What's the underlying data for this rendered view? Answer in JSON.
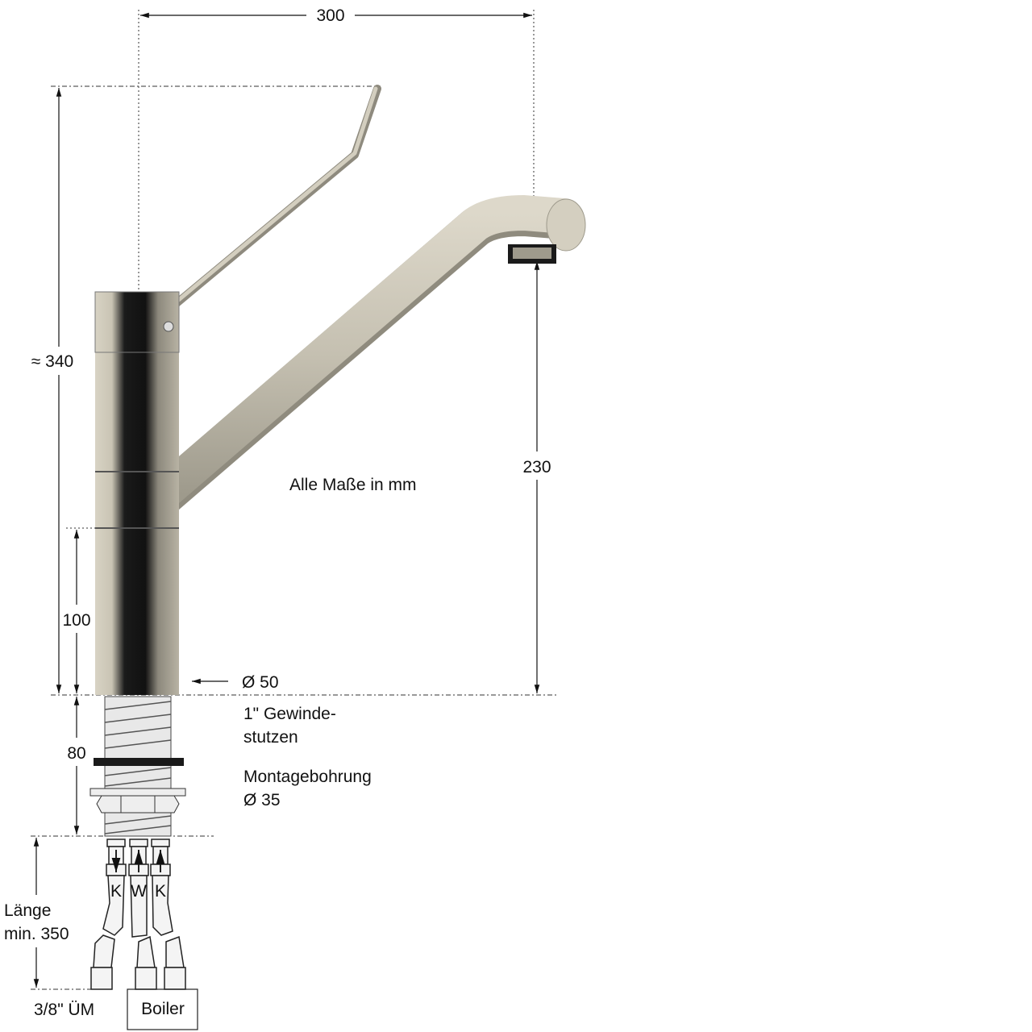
{
  "dimensions": {
    "width": "300",
    "height_total": "≈ 340",
    "lower_body": "100",
    "spout_height": "230",
    "thread_length": "80",
    "hose_length_line1": "Länge",
    "hose_length_line2": "min. 350"
  },
  "notes": {
    "units": "Alle Maße in mm",
    "diameter": "Ø 50",
    "thread_line1": "1\" Gewinde-",
    "thread_line2": "stutzen",
    "mounting_line1": "Montagebohrung",
    "mounting_line2": "Ø 35",
    "connection": "3/8\" ÜM",
    "boiler": "Boiler"
  },
  "hoses": [
    "K",
    "W",
    "K"
  ],
  "colors": {
    "finish": "#c9c4b5",
    "chrome_dark": "#1a1a1a"
  }
}
